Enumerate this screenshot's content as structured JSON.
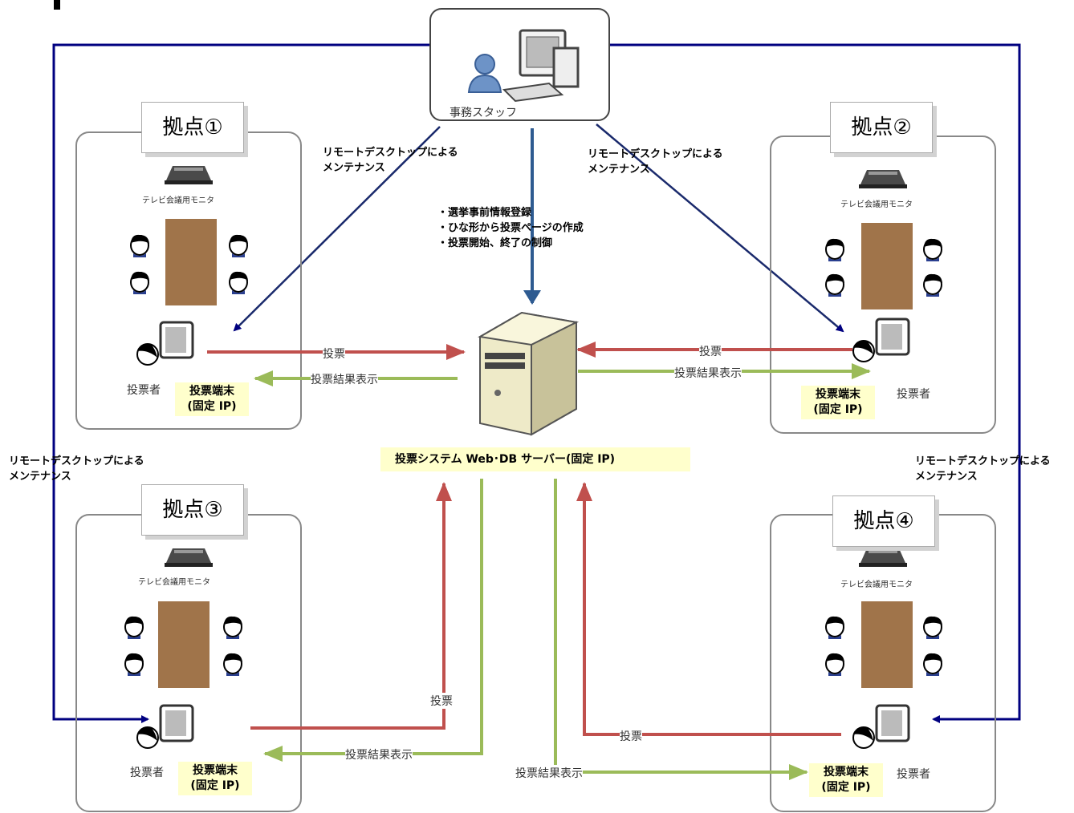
{
  "office": {
    "staff_label": "事務スタッフ"
  },
  "remote_maintenance": {
    "line1": "リモートデスクトップによる",
    "line2": "メンテナンス"
  },
  "tasks": [
    "・選挙事前情報登録",
    "・ひな形から投票ページの作成",
    "・投票開始、終了の制御"
  ],
  "server": {
    "label": "投票システム Web･DB サーバー(固定 IP)"
  },
  "sites": [
    {
      "title": "拠点①",
      "monitor": "テレビ会議用モニタ",
      "voter": "投票者",
      "terminal_line1": "投票端末",
      "terminal_line2": "(固定 IP)"
    },
    {
      "title": "拠点②",
      "monitor": "テレビ会議用モニタ",
      "voter": "投票者",
      "terminal_line1": "投票端末",
      "terminal_line2": "(固定 IP)"
    },
    {
      "title": "拠点③",
      "monitor": "テレビ会議用モニタ",
      "voter": "投票者",
      "terminal_line1": "投票端末",
      "terminal_line2": "(固定 IP)"
    },
    {
      "title": "拠点④",
      "monitor": "テレビ会議用モニタ",
      "voter": "投票者",
      "terminal_line1": "投票端末",
      "terminal_line2": "(固定 IP)"
    }
  ],
  "flows": {
    "vote": "投票",
    "result": "投票結果表示"
  },
  "colors": {
    "maintenance_line": "#000080",
    "staff_line": "#2e5b91",
    "vote_arrow": "#c0504d",
    "result_arrow": "#9bbb59",
    "table": "#a0744a",
    "highlight": "#ffffcc"
  }
}
